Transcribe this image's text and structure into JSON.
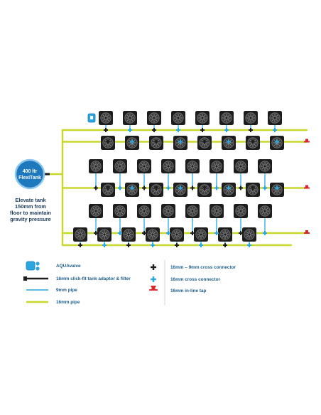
{
  "tank": {
    "label_line1": "400 ltr",
    "label_line2": "FlexiTank",
    "note_lines": [
      "Elevate tank",
      "150mm from",
      "floor to maintain",
      "gravity pressure"
    ]
  },
  "legend": {
    "left": [
      {
        "icon": "aquavalve-icon",
        "label": "AQUAvalve"
      },
      {
        "icon": "tank-adaptor-icon",
        "label": "16mm click-fit tank adaptor & filter"
      },
      {
        "icon": "pipe-9mm-icon",
        "label": "9mm pipe"
      },
      {
        "icon": "pipe-16mm-icon",
        "label": "16mm pipe"
      }
    ],
    "right": [
      {
        "icon": "cross-connector-16-9-icon",
        "label": "16mm – 9mm cross connector"
      },
      {
        "icon": "cross-connector-16-icon",
        "label": "16mm cross connector"
      },
      {
        "icon": "inline-tap-icon",
        "label": "16mm in-line tap"
      }
    ]
  },
  "colors": {
    "pipe16": "#c8d82a",
    "pipe9": "#2aa7df",
    "tank": "#1e78be",
    "pot": "#1d1d1d",
    "tap": "#d8262c",
    "text": "#1a5d8c"
  },
  "layout_info": {
    "rows": 6,
    "pots_per_row": 8
  }
}
